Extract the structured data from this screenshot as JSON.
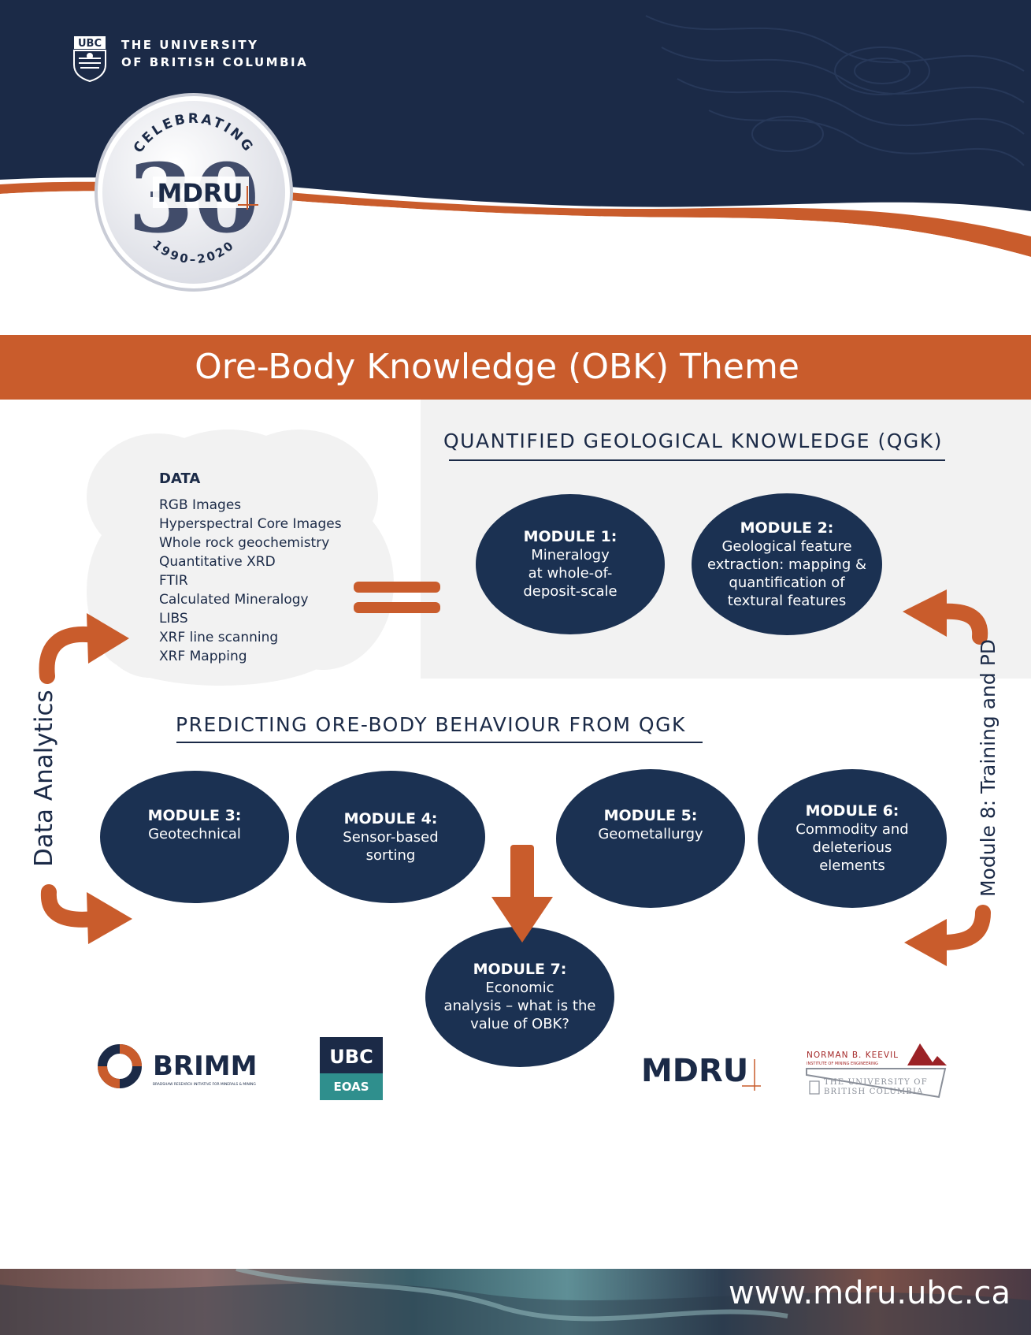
{
  "header": {
    "university_line1": "THE UNIVERSITY",
    "university_line2": "OF BRITISH COLUMBIA",
    "crest_text": "UBC",
    "seal_top": "CELEBRATING",
    "seal_number": "30",
    "seal_name": "MDRU",
    "seal_years": "1990–2020"
  },
  "banner": {
    "title": "Ore-Body Knowledge (OBK) Theme"
  },
  "data_box": {
    "title": "DATA",
    "items": [
      "RGB Images",
      "Hyperspectral Core Images",
      "Whole rock geochemistry",
      "Quantitative XRD",
      "FTIR",
      "Calculated Mineralogy",
      "LIBS",
      "XRF line scanning",
      "XRF Mapping"
    ]
  },
  "qgk": {
    "heading": "QUANTIFIED GEOLOGICAL KNOWLEDGE (QGK)",
    "modules": [
      {
        "title": "MODULE 1:",
        "desc": [
          "Mineralogy",
          "at whole-of-",
          "deposit-scale"
        ]
      },
      {
        "title": "MODULE 2:",
        "desc": [
          "Geological feature",
          "extraction: mapping  &",
          "quantification of",
          "textural features"
        ]
      }
    ]
  },
  "predicting": {
    "heading": "PREDICTING ORE-BODY BEHAVIOUR FROM QGK",
    "modules": [
      {
        "title": "MODULE 3:",
        "desc": [
          "Geotechnical"
        ]
      },
      {
        "title": "MODULE 4:",
        "desc": [
          "Sensor-based",
          "sorting"
        ]
      },
      {
        "title": "MODULE 5:",
        "desc": [
          "Geometallurgy"
        ]
      },
      {
        "title": "MODULE 6:",
        "desc": [
          "Commodity and",
          "deleterious",
          "elements"
        ]
      },
      {
        "title": "MODULE 7:",
        "desc": [
          "Economic",
          "analysis – what is the",
          "value of  OBK?"
        ]
      }
    ]
  },
  "side_labels": {
    "left": "Data Analytics",
    "right": "Module 8: Training and PD"
  },
  "logos": {
    "brimm": "BRIMM",
    "brimm_sub": "BRADSHAW RESEARCH INITIATIVE FOR MINERALS & MINING",
    "ubc_eoas_top": "UBC",
    "ubc_eoas_bottom": "EOAS",
    "mdru": "MDRU",
    "keevil_line1": "NORMAN B. KEEVIL",
    "keevil_line2": "INSTITUTE OF MINING ENGINEERING",
    "keevil_line3": "THE UNIVERSITY OF",
    "keevil_line4": "BRITISH COLUMBIA"
  },
  "footer": {
    "url": "www.mdru.ubc.ca"
  },
  "colors": {
    "navy": "#1b2a47",
    "module": "#1b3152",
    "orange": "#c95c2c",
    "panel": "#f2f2f2",
    "teal": "#2f8f8d"
  }
}
